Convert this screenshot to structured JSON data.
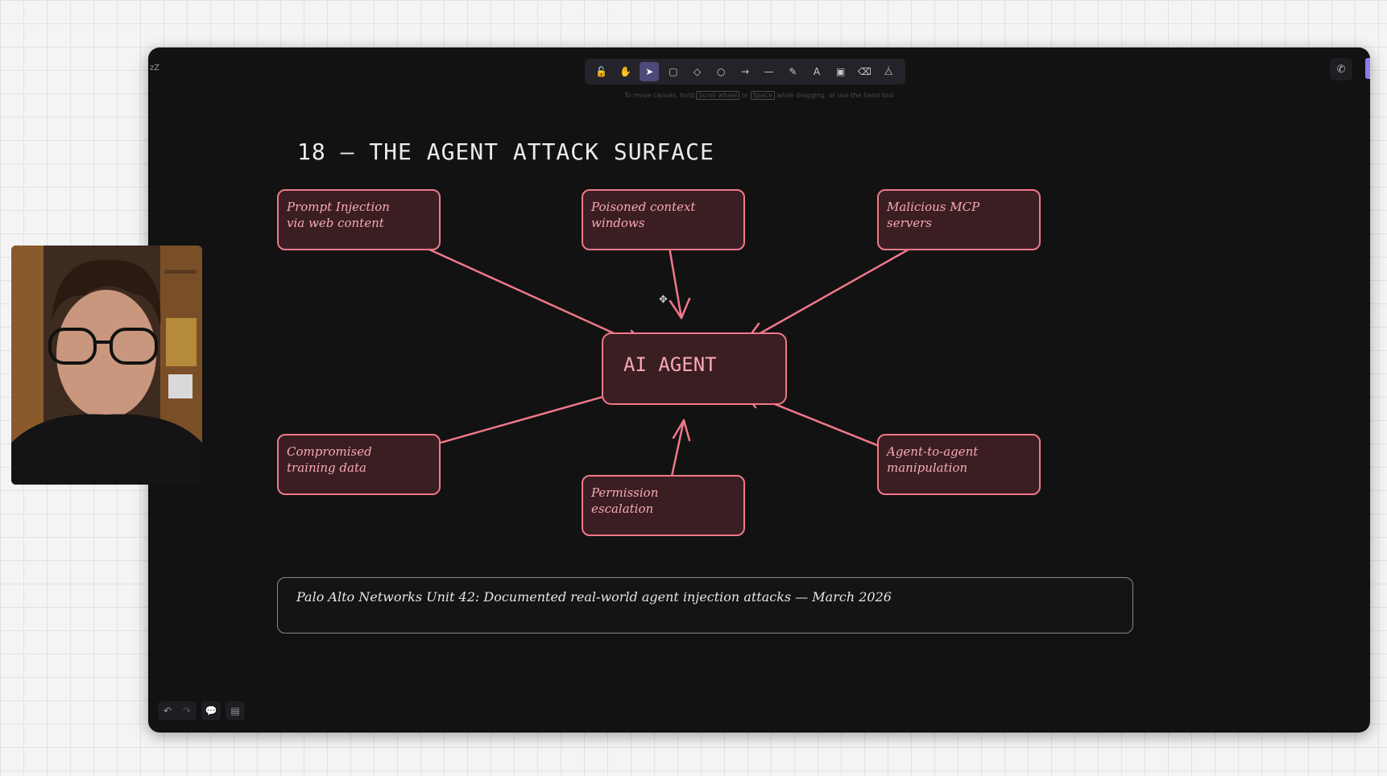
{
  "window": {
    "corner_label": "zZ"
  },
  "toolbar": {
    "tools": [
      {
        "name": "lock",
        "glyph": "🔓"
      },
      {
        "name": "hand",
        "glyph": "✋"
      },
      {
        "name": "selection",
        "glyph": "➤"
      },
      {
        "name": "rectangle",
        "glyph": "▢"
      },
      {
        "name": "diamond",
        "glyph": "◇"
      },
      {
        "name": "ellipse",
        "glyph": "○"
      },
      {
        "name": "arrow",
        "glyph": "→"
      },
      {
        "name": "line",
        "glyph": "—"
      },
      {
        "name": "draw",
        "glyph": "✎"
      },
      {
        "name": "text",
        "glyph": "A"
      },
      {
        "name": "image",
        "glyph": "▣"
      },
      {
        "name": "eraser",
        "glyph": "⌫"
      },
      {
        "name": "more-tools",
        "glyph": "⧊"
      }
    ],
    "active_tool": "selection"
  },
  "hint": {
    "before": "To move canvas, hold",
    "key1": "Scroll wheel",
    "mid": "or",
    "key2": "Space",
    "after": "while dragging, or use the hand tool"
  },
  "collab": {
    "icon": "phone-icon",
    "glyph": "✆"
  },
  "diagram": {
    "title": "18 — THE AGENT ATTACK SURFACE",
    "center": "AI AGENT",
    "nodes": {
      "prompt_injection": {
        "line1": "Prompt Injection",
        "line2": "via web content"
      },
      "poisoned_context": {
        "line1": "Poisoned context",
        "line2": "windows"
      },
      "malicious_mcp": {
        "line1": "Malicious MCP",
        "line2": "servers"
      },
      "compromised_training": {
        "line1": "Compromised",
        "line2": "training data"
      },
      "permission_escalation": {
        "line1": "Permission",
        "line2": "escalation"
      },
      "agent_manipulation": {
        "line1": "Agent-to-agent",
        "line2": "manipulation"
      }
    },
    "source": "Palo Alto Networks Unit 42: Documented real-world agent injection attacks — March 2026"
  },
  "bottom_bar": {
    "undo": "↶",
    "redo": "↷",
    "comment": "💬",
    "present": "▤"
  },
  "colors": {
    "node_stroke": "#f0788a",
    "node_fill": "#3a1e22",
    "canvas_bg": "#121212",
    "active_tool": "#4c4a7a"
  }
}
